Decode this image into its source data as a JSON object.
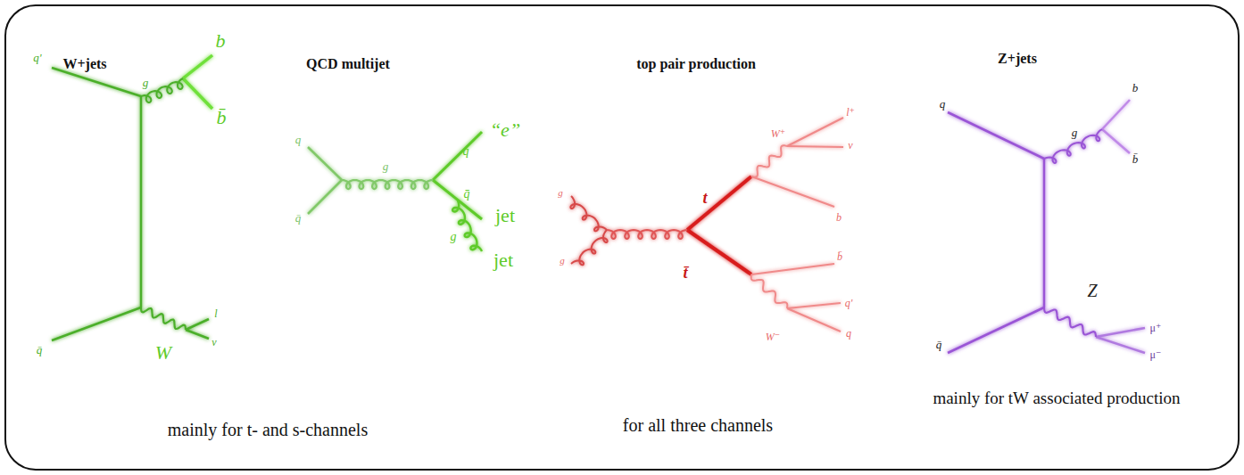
{
  "diagram": {
    "labels": [
      "W+jets",
      "QCD multijet",
      "top pair production",
      "Z+jets",
      "q'",
      "g",
      "b",
      "b̄",
      "q̄",
      "W",
      "l",
      "ν",
      "q",
      "q̄",
      "g",
      "q",
      "“e”",
      "q̄",
      "jet",
      "g",
      "jet",
      "g",
      "g",
      "t",
      "t̄",
      "W⁺",
      "l⁺",
      "ν",
      "b",
      "b̄",
      "W⁻",
      "q'",
      "q",
      "q",
      "g",
      "b",
      "b̄",
      "q̄",
      "Z",
      "μ⁺",
      "μ⁻",
      "mainly for t- and s-channels",
      "for all three channels",
      "mainly for tW associated production"
    ]
  }
}
